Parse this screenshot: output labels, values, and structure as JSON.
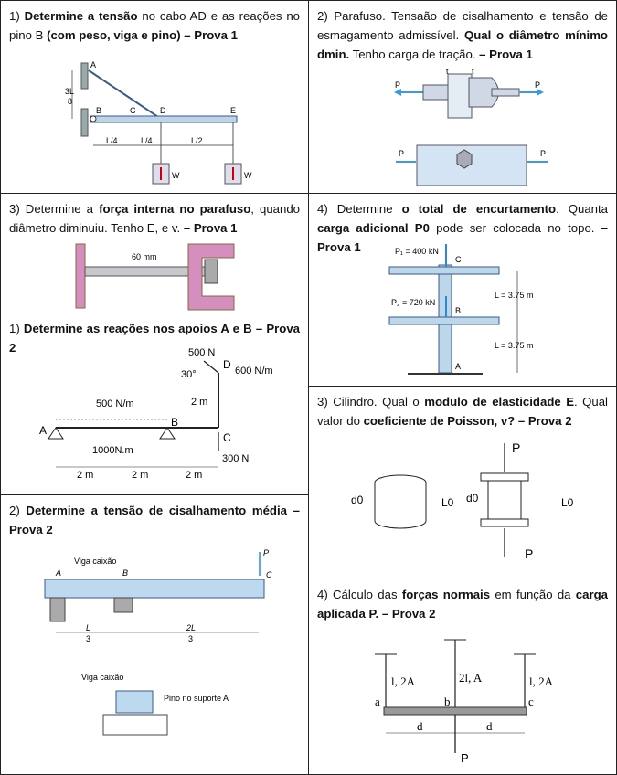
{
  "q1": {
    "number": "1) ",
    "bold1": "Determine a tensão",
    "plain1": " no cabo AD e as reações no pino B ",
    "bold2": "(com peso, viga e pino) – Prova 1",
    "fig": {
      "A": "A",
      "B": "B",
      "C": "C",
      "D": "D",
      "E": "E",
      "dim_top": "3L",
      "dim_bottom": "8",
      "L4a": "L/4",
      "L4b": "L/4",
      "L2": "L/2",
      "W1": "W",
      "W2": "W"
    }
  },
  "q2": {
    "number": "2) ",
    "plain1": "Parafuso. Tensaão de cisalhamento e tensão de esmagamento admissível. ",
    "bold1": "Qual o diâmetro mínimo dmin.",
    "plain2": " Tenho carga de tração. ",
    "bold2": "– Prova 1",
    "fig": {
      "P_left": "P",
      "P_right": "P",
      "t1": "t",
      "t2": "t",
      "P_left2": "P",
      "P_right2": "P"
    }
  },
  "q3": {
    "number": "3) ",
    "plain1": "Determine a ",
    "bold1": "força interna no parafuso",
    "plain2": ", quando diâmetro diminuiu. Tenho E, e v. ",
    "bold2": "– Prova 1",
    "fig": {
      "dim": "60 mm"
    }
  },
  "q4": {
    "number": "4) ",
    "plain1": "Determine ",
    "bold1": "o total de encurtamento",
    "plain2": ". Quanta ",
    "bold2": "carga adicional P0",
    "plain3": " pode ser colocada no topo. ",
    "bold3": "– Prova 1",
    "fig": {
      "P1": "P₁ = 400 kN",
      "P2": "P₂ = 720 kN",
      "L1": "L = 3.75 m",
      "L2": "L = 3.75 m",
      "A": "A",
      "B": "B",
      "C": "C"
    }
  },
  "q5": {
    "number": "1) ",
    "bold1": "Determine as reações nos apoios A e B – Prova 2",
    "fig": {
      "f500": "500 N",
      "angle": "30°",
      "D": "D",
      "dist600": "600 N/m",
      "dist500": "500 N/m",
      "h2m": "2 m",
      "A": "A",
      "B": "B",
      "C": "C",
      "moment": "1000N.m",
      "f300": "300 N",
      "d1": "2 m",
      "d2": "2 m",
      "d3": "2 m"
    }
  },
  "q6": {
    "number": "3) ",
    "plain1": "Cilindro. Qual o ",
    "bold1": "modulo de elasticidade E",
    "plain2": ". Qual valor do ",
    "bold2": "coeficiente de Poisson, v? – Prova 2",
    "fig": {
      "d0a": "d0",
      "L0a": "L0",
      "d0b": "d0",
      "L0b": "L0",
      "Ptop": "P",
      "Pbot": "P"
    }
  },
  "q7": {
    "number": "2) ",
    "bold1": "Determine a tensão de cisalhamento média – Prova 2",
    "fig": {
      "label1": "Viga caixão",
      "A": "A",
      "B": "B",
      "C": "C",
      "P": "P",
      "L3num": "L",
      "L3den": "3",
      "L23num": "2L",
      "L23den": "3",
      "label2": "Viga caixão",
      "label3": "Pino no suporte A"
    }
  },
  "q8": {
    "number": "4) ",
    "plain1": "Cálculo das ",
    "bold1": "forças normais",
    "plain2": " em função da ",
    "bold2": "carga aplicada P. – Prova 2",
    "fig": {
      "left": "l, 2A",
      "mid": "2l, A",
      "right": "l, 2A",
      "a": "a",
      "b": "b",
      "c": "c",
      "d1": "d",
      "d2": "d",
      "P": "P"
    }
  }
}
